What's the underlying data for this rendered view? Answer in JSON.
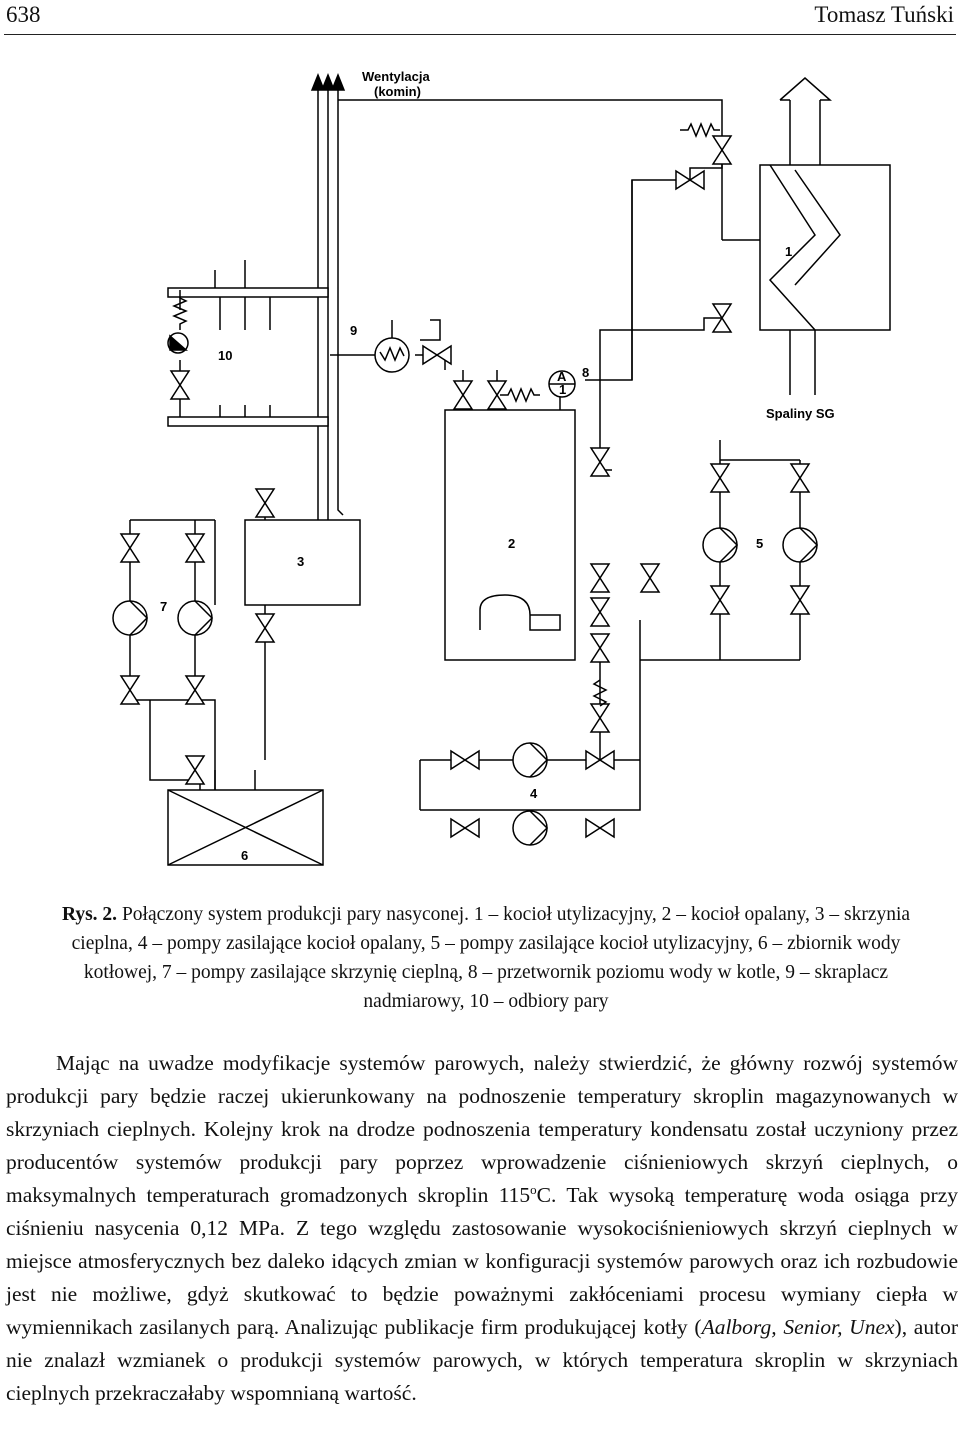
{
  "header": {
    "page_number": "638",
    "author": "Tomasz Tuński"
  },
  "diagram": {
    "labels": {
      "ventilation_line1": "Wentylacja",
      "ventilation_line2": "(komin)",
      "n1": "1",
      "n2": "2",
      "n3": "3",
      "n4": "4",
      "n5": "5",
      "n6": "6",
      "n7": "7",
      "n8": "8",
      "n9": "9",
      "n10": "10",
      "flue_gas": "Spaliny SG",
      "sensor_top": "A",
      "sensor_bottom": "1"
    }
  },
  "caption": {
    "lead": "Rys. 2.",
    "text": "Połączony system produkcji pary nasyconej. 1 – kocioł utylizacyjny, 2 – kocioł opalany, 3 – skrzynia cieplna, 4 – pompy zasilające kocioł opalany, 5 – pompy zasilające kocioł utylizacyjny, 6 – zbiornik wody kotłowej, 7 – pompy zasilające skrzynię cieplną, 8 – przetwornik poziomu wody w kotle, 9 – skraplacz nadmiarowy, 10 – odbiory pary"
  },
  "body": {
    "part1": "Mając na uwadze modyfikacje systemów parowych, należy stwierdzić, że główny rozwój systemów produkcji pary będzie raczej ukierunkowany na podnoszenie temperatury skroplin magazynowanych w skrzyniach cieplnych. Kolejny krok na drodze podnoszenia temperatury kondensatu został uczyniony przez producentów systemów produkcji pary poprzez wprowadzenie ciśnieniowych skrzyń cieplnych, o maksymalnych temperaturach gromadzonych skroplin 115",
    "sup": "o",
    "part2": "C. Tak wysoką temperaturę woda osiąga przy ciśnieniu nasycenia 0,12 MPa. Z tego względu zastosowanie wysokociśnieniowych skrzyń cieplnych w miejsce atmosferycznych bez daleko idących zmian w konfiguracji systemów parowych oraz ich rozbudowie jest nie możliwe, gdyż skutkować to będzie poważnymi zakłóceniami procesu wymiany ciepła w wymiennikach zasilanych parą. Analizując publikacje firm produkującej kotły (",
    "italic": "Aalborg, Senior, Unex",
    "part3": "), autor nie znalazł wzmianek o produkcji systemów parowych, w których temperatura skroplin w skrzyniach cieplnych przekraczałaby wspomnianą wartość."
  }
}
